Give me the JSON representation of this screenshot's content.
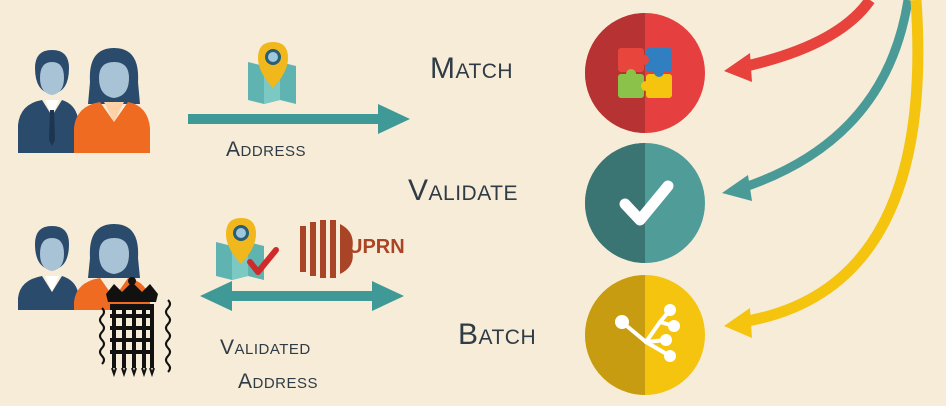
{
  "labels": {
    "match": "Match",
    "validate": "Validate",
    "batch": "Batch",
    "address": "Address",
    "validated_line1": "Validated",
    "validated_line2": "Address",
    "uprn": "UPRN"
  },
  "icons": {
    "users_top": "two-users-icon",
    "users_bottom": "two-users-with-portcullis-icon",
    "map_pin": "map-pin-icon",
    "map_pin_checked": "map-pin-check-icon",
    "match": "puzzle-icon",
    "validate": "checkmark-icon",
    "batch": "network-nodes-icon"
  },
  "colors": {
    "background": "#f6ecd8",
    "teal_arrow": "#3f9996",
    "match_circle": "#d93a3a",
    "validate_circle": "#3f8684",
    "batch_circle": "#e4b40c",
    "red_curve": "#e8423c",
    "teal_curve": "#4a9a97",
    "yellow_curve": "#f5c40f",
    "uprn_brown": "#a94526"
  }
}
